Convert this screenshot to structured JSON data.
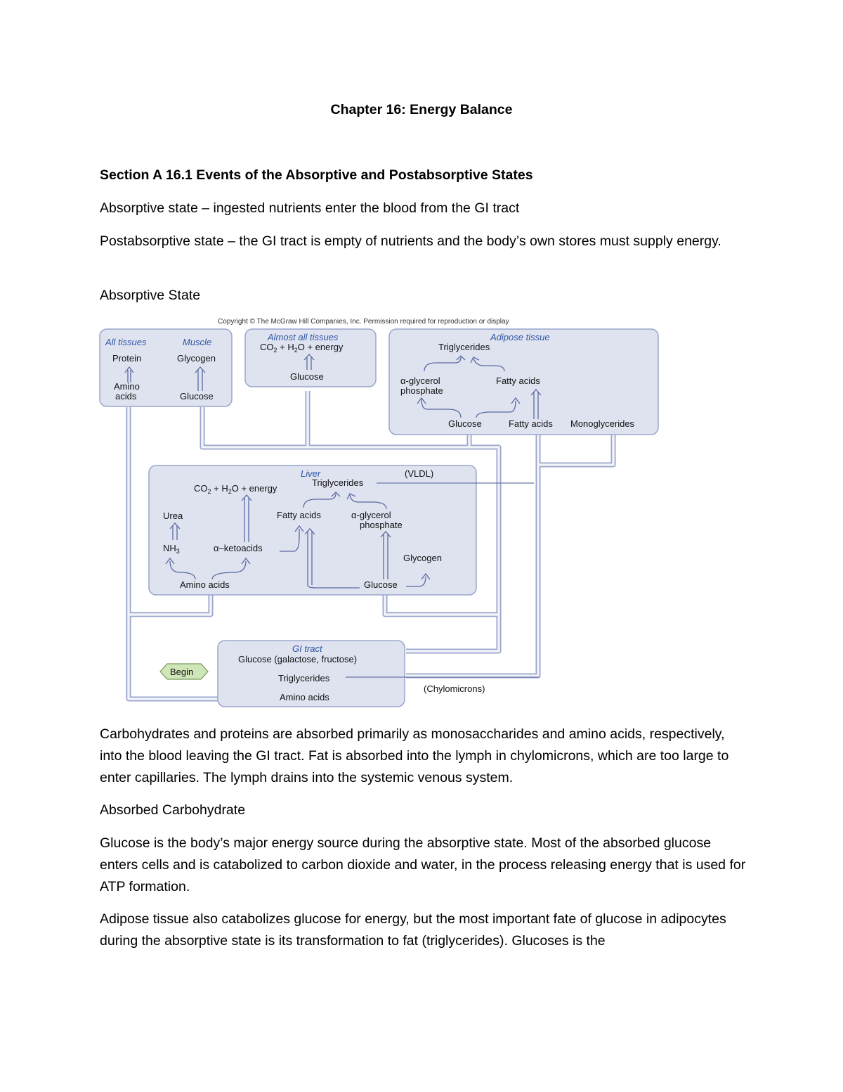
{
  "document": {
    "title": "Chapter 16: Energy Balance",
    "section_heading": "Section A 16.1 Events of the Absorptive and Postabsorptive States",
    "para_absorptive": "Absorptive state – ingested nutrients enter the blood from the GI tract",
    "para_postabsorptive": "Postabsorptive state – the GI tract is empty of nutrients and the body’s own stores must supply energy.",
    "subheading_absorptive_state": "Absorptive State",
    "para_carbs_proteins": "Carbohydrates and proteins are absorbed primarily as monosaccharides and amino acids, respectively, into the blood leaving the GI tract. Fat is absorbed into the lymph in chylomicrons, which are too large to enter capillaries. The lymph drains into the systemic venous system.",
    "subheading_absorbed_carb": "Absorbed Carbohydrate",
    "para_glucose": "Glucose is the body’s major energy source during the absorptive state. Most of the absorbed glucose enters cells and is catabolized to carbon dioxide and water, in the process releasing energy that is used for ATP formation.",
    "para_adipose": "Adipose tissue also catabolizes glucose for energy, but the most important fate of glucose in adipocytes during the absorptive state is its transformation to fat (triglycerides). Glucoses is the"
  },
  "diagram": {
    "copyright": "Copyright © The McGraw Hill Companies, Inc. Permission required for reproduction or display",
    "all_tissues": {
      "heading": "All tissues",
      "top": "Protein",
      "bottom_1": "Amino",
      "bottom_2": "acids"
    },
    "muscle": {
      "heading": "Muscle",
      "top": "Glycogen",
      "bottom": "Glucose"
    },
    "almost_all": {
      "heading": "Almost all tissues",
      "top_prefix": "CO",
      "top_mid": " + H",
      "top_suffix": "O + energy",
      "bottom": "Glucose"
    },
    "adipose": {
      "heading": "Adipose tissue",
      "triglycerides": "Triglycerides",
      "alpha_glycerol_1": "α-glycerol",
      "alpha_glycerol_2": "phosphate",
      "fatty_acids": "Fatty acids",
      "glucose": "Glucose",
      "fatty_acids_in": "Fatty acids",
      "monoglycerides": "Monoglycerides"
    },
    "liver": {
      "heading": "Liver",
      "vldl": "(VLDL)",
      "energy_prefix": "CO",
      "energy_mid": " + H",
      "energy_suffix": "O + energy",
      "triglycerides": "Triglycerides",
      "urea": "Urea",
      "fatty_acids": "Fatty acids",
      "alpha_glycerol_1": "α-glycerol",
      "alpha_glycerol_2": "phosphate",
      "nh3": "NH",
      "ketoacids": "α–ketoacids",
      "glycogen": "Glycogen",
      "amino_acids": "Amino acids",
      "glucose": "Glucose"
    },
    "gi_tract": {
      "heading": "GI tract",
      "glucose": "Glucose (galactose, fructose)",
      "triglycerides": "Triglycerides",
      "amino_acids": "Amino acids"
    },
    "begin": "Begin",
    "chylomicrons": "(Chylomicrons)",
    "subscript_2": "2",
    "subscript_3": "3"
  }
}
